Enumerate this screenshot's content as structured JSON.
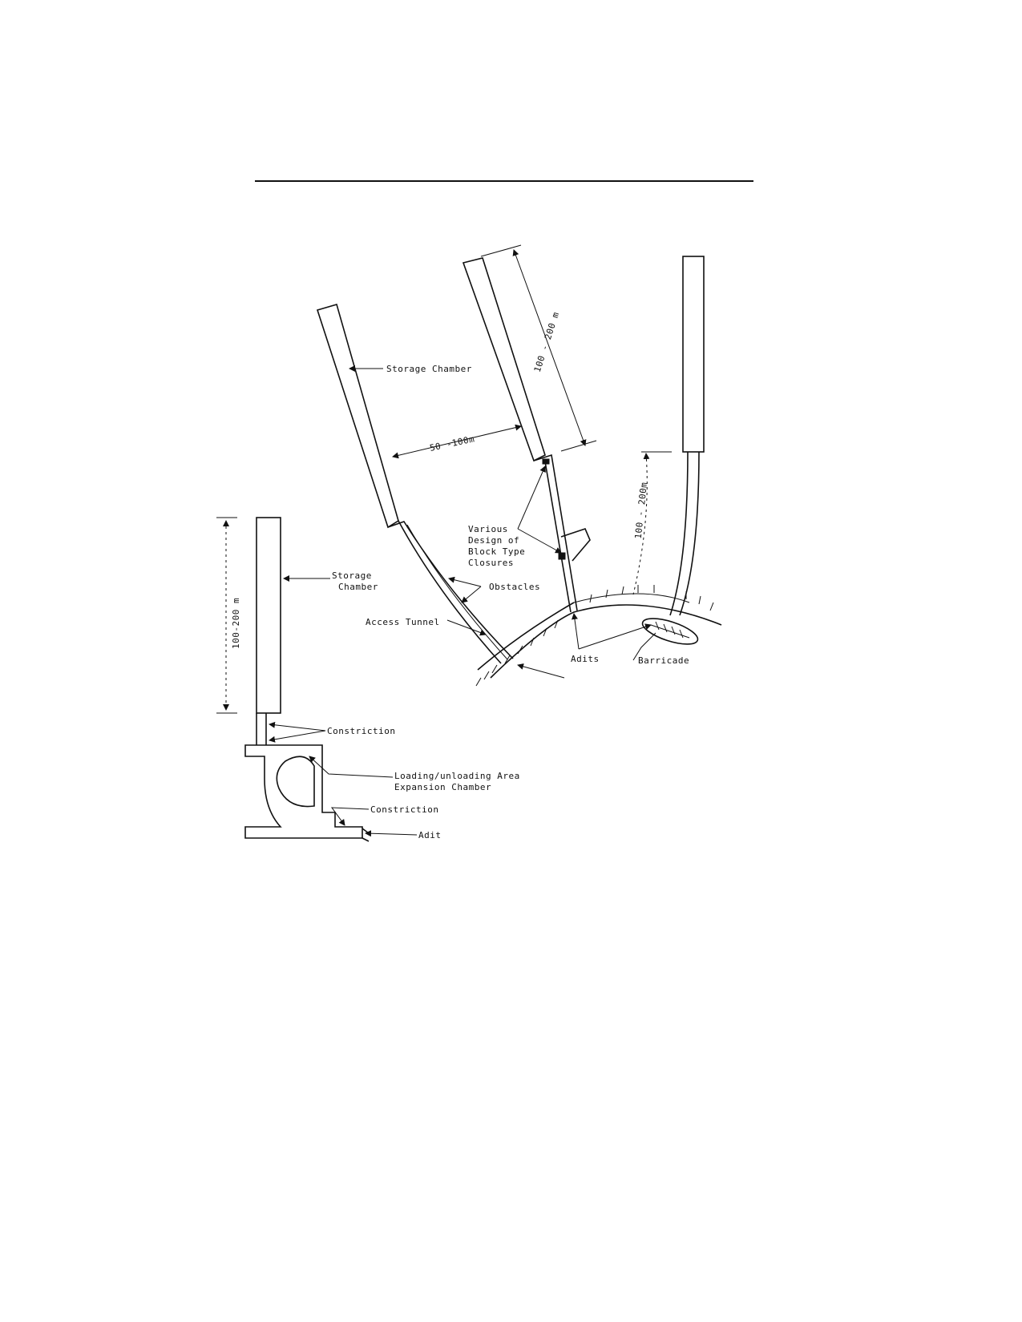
{
  "labels": {
    "storage_chamber_top": "Storage Chamber",
    "dim_50_100": "50 -100m",
    "dim_100_200_top": "100 - 200 m",
    "dim_100_200_right": "100 - 200m",
    "closures_line1": "Various",
    "closures_line2": "Design of",
    "closures_line3": "Block Type",
    "closures_line4": "Closures",
    "obstacles": "Obstacles",
    "access_tunnel": "Access Tunnel",
    "adits": "Adits",
    "barricade": "Barricade",
    "storage_chamber_left_1": "Storage",
    "storage_chamber_left_2": "Chamber",
    "dim_100_200_left": "100-200 m",
    "constriction_top": "Constriction",
    "loading_line1": "Loading/unloading Area",
    "loading_line2": "Expansion Chamber",
    "constriction_bottom": "Constriction",
    "adit": "Adit"
  }
}
